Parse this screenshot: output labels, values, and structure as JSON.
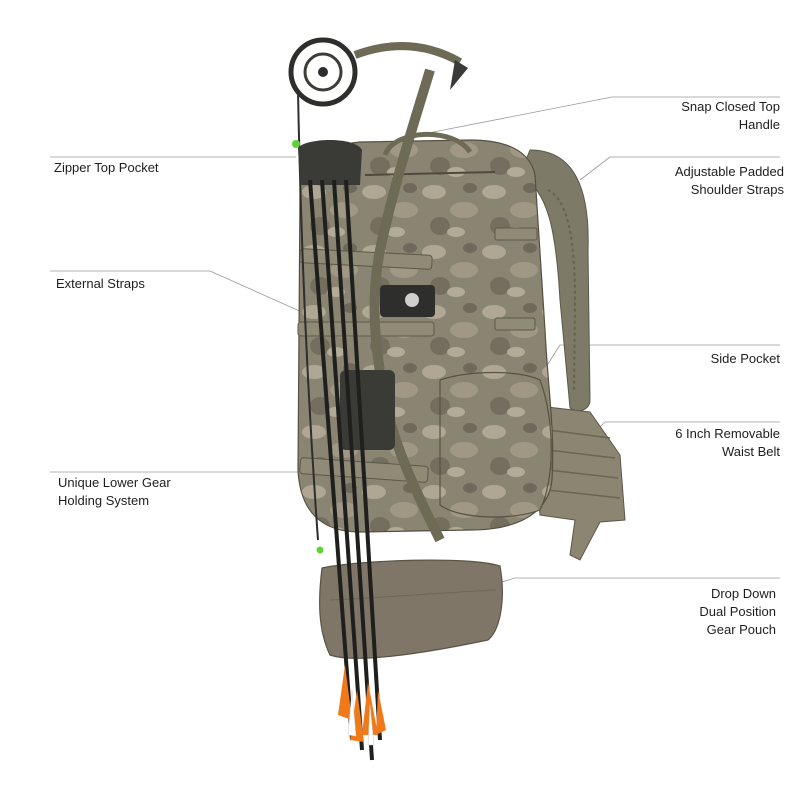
{
  "callouts": {
    "snap_top_handle": "Snap Closed Top\nHandle",
    "zipper_top_pocket": "Zipper Top Pocket",
    "shoulder_straps": "Adjustable Padded\nShoulder Straps",
    "external_straps": "External Straps",
    "side_pocket": "Side Pocket",
    "waist_belt": "6 Inch Removable\nWaist Belt",
    "lower_gear_system": "Unique Lower Gear\nHolding System",
    "gear_pouch": "Drop Down\nDual Position\nGear Pouch"
  },
  "colors": {
    "camo_base": "#8a8472",
    "camo_light": "#b8b09c",
    "camo_dark": "#5c574a",
    "strap": "#7d7a68",
    "pouch": "#7f7668",
    "bow_dark": "#2e2e2c",
    "bow_olive": "#6d6a55",
    "fletch_orange": "#f07a1a",
    "nock_green": "#5fd13b",
    "leader_line": "#9a9a9a"
  },
  "icons": [
    "backpack-illustration",
    "compound-bow-illustration",
    "arrows-illustration"
  ]
}
